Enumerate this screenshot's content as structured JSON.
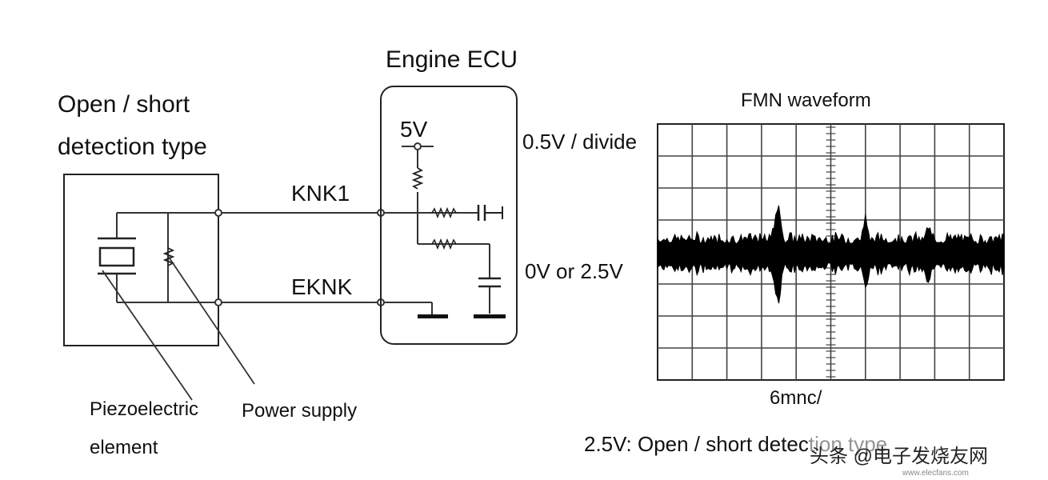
{
  "labels": {
    "engine_ecu": "Engine ECU",
    "sensor_title_line1": "Open / short",
    "sensor_title_line2": "detection type",
    "supply_5v": "5V",
    "knk1": "KNK1",
    "eknk": "EKNK",
    "piezo_line1": "Piezoelectric",
    "piezo_line2": "element",
    "power_supply": "Power supply",
    "volt_div": "0.5V / divide",
    "offset": "0V or 2.5V",
    "waveform_title": "FMN waveform",
    "time_div": "6mnc/",
    "footer": "2.5V: Open / short detection type"
  },
  "watermark": {
    "text": "头条 @电子发烧友网",
    "logo": "elecfans-logo",
    "url_text": "www.elecfans.com"
  }
}
